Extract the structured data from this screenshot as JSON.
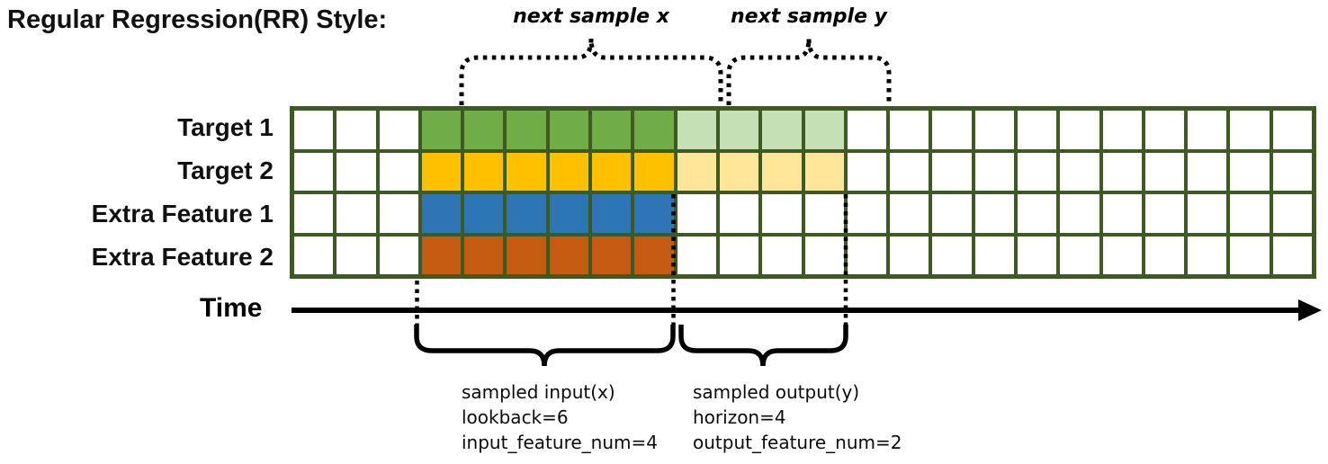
{
  "title": "Regular Regression(RR) Style:",
  "colors": {
    "grid_border": "#3C5A22",
    "line_color": "#000000"
  },
  "annotations": {
    "next_sample_x": "next sample x",
    "next_sample_y": "next sample y"
  },
  "rows": [
    {
      "label": "Target 1",
      "input_color": "#70AD47",
      "output_color": "#C5E0B4"
    },
    {
      "label": "Target 2",
      "input_color": "#FFC000",
      "output_color": "#FFE699"
    },
    {
      "label": "Extra Feature 1",
      "input_color": "#2E75B6",
      "output_color": null
    },
    {
      "label": "Extra Feature 2",
      "input_color": "#C55A11",
      "output_color": null
    }
  ],
  "grid": {
    "total_columns": 24,
    "row_count": 4,
    "input_start_col": 4,
    "input_end_col": 9,
    "output_start_col": 10,
    "output_end_col": 13,
    "empty_color": "#FFFFFF"
  },
  "time_axis": {
    "label": "Time"
  },
  "input_annotation": {
    "lines": [
      "sampled input(x)",
      "lookback=6",
      "input_feature_num=4"
    ]
  },
  "output_annotation": {
    "lines": [
      "sampled output(y)",
      "horizon=4",
      "output_feature_num=2"
    ]
  }
}
